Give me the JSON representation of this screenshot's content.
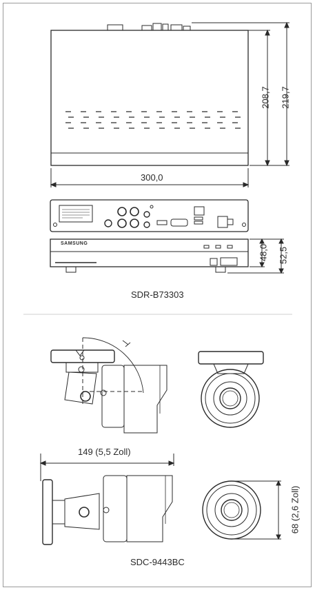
{
  "dvr": {
    "width_label": "300,0",
    "depth_label_1": "208,7",
    "depth_label_2": "219,7",
    "height_label_1": "48,0",
    "height_label_2": "52,5",
    "brand": "SAMSUNG",
    "model_caption": "SDR-B73303"
  },
  "camera": {
    "width_label": "149 (5,5 Zoll)",
    "height_label": "68 (2,6 Zoll)",
    "model_caption": "SDC-9443BC"
  },
  "colors": {
    "line": "#2a2a2a",
    "frame": "#9a9a9a",
    "divider": "#cfcfcf"
  }
}
